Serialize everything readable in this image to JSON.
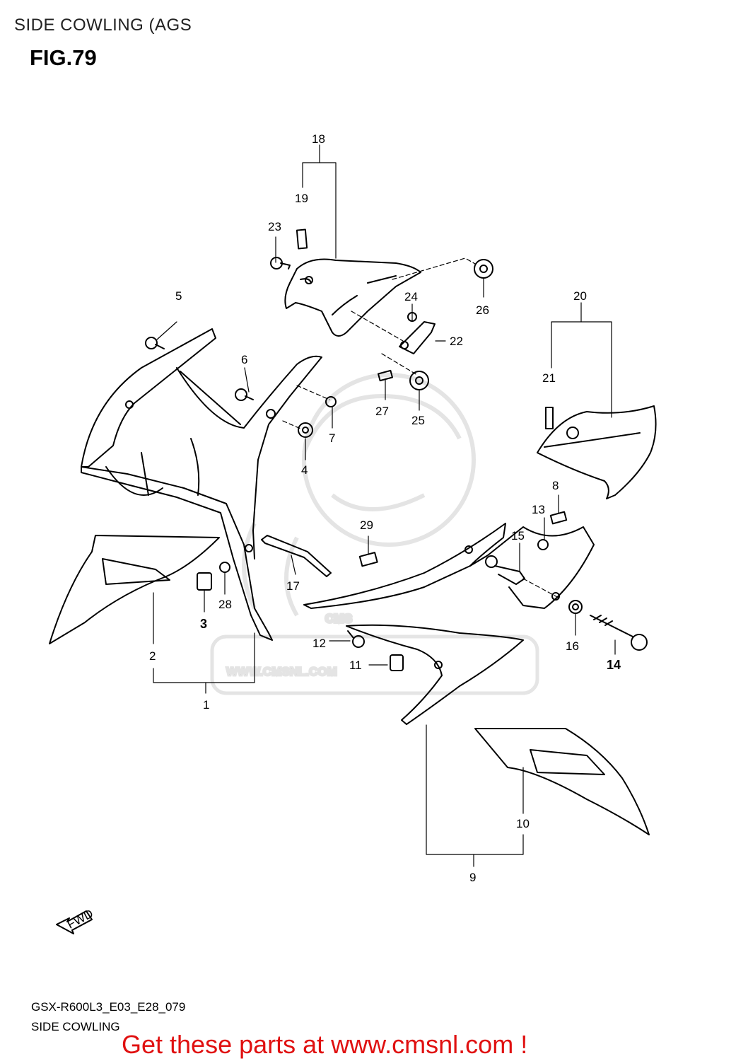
{
  "header": {
    "title": "SIDE COWLING (AGS",
    "figure": "FIG.79"
  },
  "footer": {
    "code": "GSX-R600L3_E03_E28_079",
    "name": "SIDE COWLING",
    "cta": "Get these parts at www.cmsnl.com !"
  },
  "watermark": {
    "text": "WWW.CMSNL.COM",
    "brand": "CMS"
  },
  "fwd_label": "FWD",
  "callouts": {
    "c1": "1",
    "c2": "2",
    "c3": "3",
    "c4": "4",
    "c5": "5",
    "c6": "6",
    "c7": "7",
    "c8": "8",
    "c9": "9",
    "c10": "10",
    "c11": "11",
    "c12": "12",
    "c13": "13",
    "c14": "14",
    "c15": "15",
    "c16": "16",
    "c17": "17",
    "c18": "18",
    "c19": "19",
    "c20": "20",
    "c21": "21",
    "c22": "22",
    "c23": "23",
    "c24": "24",
    "c25": "25",
    "c26": "26",
    "c27": "27",
    "c28": "28",
    "c29": "29"
  },
  "colors": {
    "cta": "#e01010",
    "line": "#000000",
    "watermark": "#888888"
  }
}
